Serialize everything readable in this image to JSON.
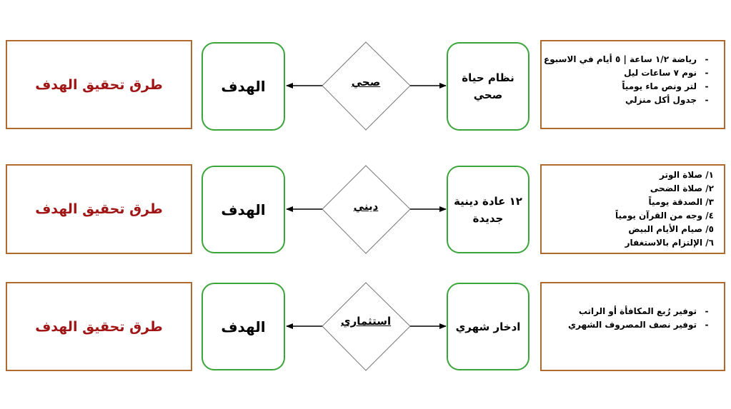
{
  "rows": [
    {
      "ways_label": "طرق تحقيق الهدف",
      "goal_label": "الهدف",
      "category": "صحي",
      "action": "نظام حياة صحي",
      "list_style": "bullet",
      "items": [
        "رياضة ١/٢ ساعة | ٥ أيام في الاسبوع",
        "نوم ٧ ساعات ليل",
        "لتر ونص ماء يومياً",
        "جدول أكل منزلي"
      ]
    },
    {
      "ways_label": "طرق تحقيق الهدف",
      "goal_label": "الهدف",
      "category": "ديني",
      "action": "١٢ عادة دينية جديدة",
      "list_style": "numbered",
      "items": [
        "١/ صلاة الوتر",
        "٢/ صلاة الضحى",
        "٣/ الصدقة يومياً",
        "٤/ وجه من القرآن يومياً",
        "٥/ صيام الأيام البيض",
        "٦/ الإلتزام بالاستغفار"
      ]
    },
    {
      "ways_label": "طرق تحقيق الهدف",
      "goal_label": "الهدف",
      "category": "استثماري",
      "action": "ادخار شهري",
      "list_style": "bullet",
      "items": [
        "توفير رُبع المكافأة أو الراتب",
        "توفير نصف المصروف الشهري"
      ]
    }
  ],
  "colors": {
    "brown_border": "#b06a2e",
    "green_border": "#3aa53a",
    "ways_text": "#a01515"
  }
}
